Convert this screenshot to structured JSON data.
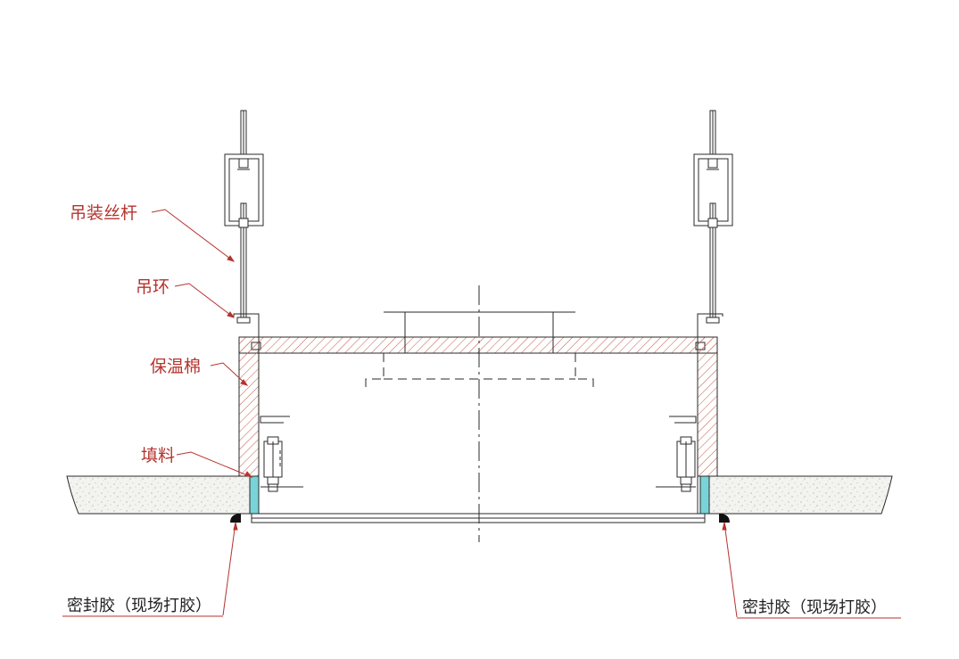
{
  "labels": {
    "hanger_rod": "吊装丝杆",
    "hanger_ring": "吊环",
    "insulation": "保温棉",
    "filler": "填料",
    "sealant_left": "密封胶（现场打胶）",
    "sealant_right": "密封胶（现场打胶）"
  },
  "colors": {
    "line": "#2a2a2a",
    "leader": "#b5332e",
    "hatch": "#c25a4a",
    "filler": "#79d3d8",
    "ceiling": "#f1f1ee"
  }
}
